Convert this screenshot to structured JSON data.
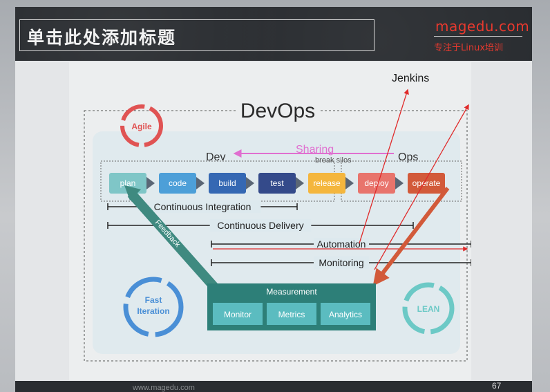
{
  "slide": {
    "title": "单击此处添加标题",
    "brand": "magedu.com",
    "brand_tagline": "专注于Linux培训",
    "page_number": "67",
    "footer_url": "www.magedu.com"
  },
  "diagram": {
    "heading": "DevOps",
    "annotation_jenkins": "Jenkins",
    "dev_label": "Dev",
    "ops_label": "Ops",
    "sharing_label": "Sharing",
    "break_silos_label": "break silos",
    "pipeline": [
      "plan",
      "code",
      "build",
      "test",
      "release",
      "deploy",
      "operate"
    ],
    "spans": {
      "ci": "Continuous Integration",
      "cd": "Continuous Delivery",
      "automation": "Automation",
      "monitoring": "Monitoring"
    },
    "feedback_label": "Feedback",
    "measurement": {
      "title": "Measurement",
      "items": [
        "Monitor",
        "Metrics",
        "Analytics"
      ]
    },
    "cycles": {
      "agile": "Agile",
      "fast_iteration_line1": "Fast",
      "fast_iteration_line2": "Iteration",
      "lean": "LEAN"
    },
    "colors": {
      "plan": "#7fc6c7",
      "code": "#4d9fd8",
      "build": "#3568b3",
      "test": "#344a8a",
      "release": "#f4b63d",
      "deploy": "#e8746c",
      "operate": "#d25a3a",
      "sharing": "#e06fd0",
      "annotation_red": "#e02a2a",
      "feedback": "#3f8a80",
      "measurement_bg": "#2d7f78",
      "measurement_item": "#5bbcc0",
      "agile": "#e05353",
      "fast_iteration": "#4a8fd6",
      "lean": "#6cc9c6"
    }
  }
}
